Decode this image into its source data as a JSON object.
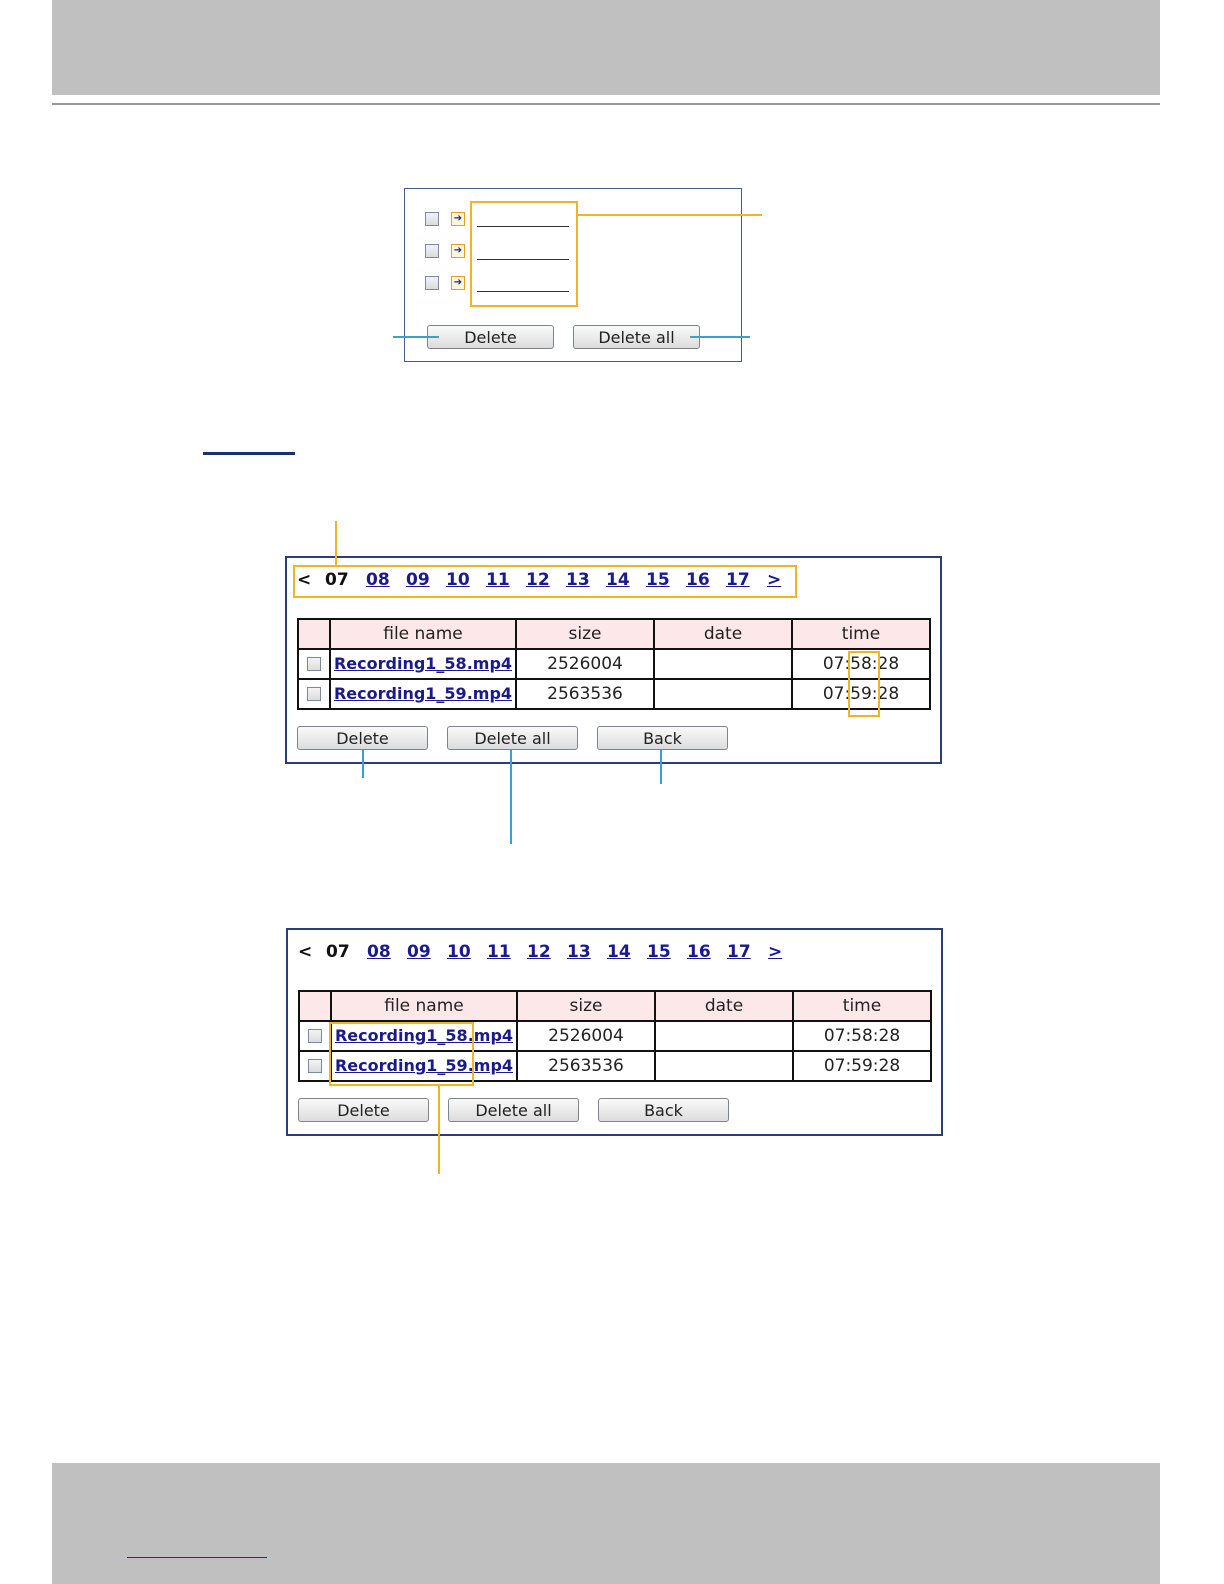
{
  "panel1": {
    "rows": [
      {
        "arrow": "➔"
      },
      {
        "arrow": "➔"
      },
      {
        "arrow": "➔"
      }
    ],
    "delete_label": "Delete",
    "delete_all_label": "Delete all"
  },
  "panel2": {
    "nav": {
      "prev": "<",
      "current": "07",
      "pages": [
        "08",
        "09",
        "10",
        "11",
        "12",
        "13",
        "14",
        "15",
        "16",
        "17"
      ],
      "next": ">"
    },
    "table": {
      "headers": [
        "file name",
        "size",
        "date",
        "time"
      ],
      "rows": [
        {
          "file": "Recording1_58.mp4",
          "size": "2526004",
          "date": "",
          "time": "07:58:28"
        },
        {
          "file": "Recording1_59.mp4",
          "size": "2563536",
          "date": "",
          "time": "07:59:28"
        }
      ]
    },
    "delete_label": "Delete",
    "delete_all_label": "Delete all",
    "back_label": "Back"
  },
  "panel3": {
    "nav": {
      "prev": "<",
      "current": "07",
      "pages": [
        "08",
        "09",
        "10",
        "11",
        "12",
        "13",
        "14",
        "15",
        "16",
        "17"
      ],
      "next": ">"
    },
    "table": {
      "headers": [
        "file name",
        "size",
        "date",
        "time"
      ],
      "rows": [
        {
          "file": "Recording1_58.mp4",
          "size": "2526004",
          "date": "",
          "time": "07:58:28"
        },
        {
          "file": "Recording1_59.mp4",
          "size": "2563536",
          "date": "",
          "time": "07:59:28"
        }
      ]
    },
    "delete_label": "Delete",
    "delete_all_label": "Delete all",
    "back_label": "Back"
  },
  "colors": {
    "highlight": "#f0b428",
    "callout": "#3aa0d0",
    "link": "#1a1a8c",
    "header_cell": "#fce8e8"
  }
}
